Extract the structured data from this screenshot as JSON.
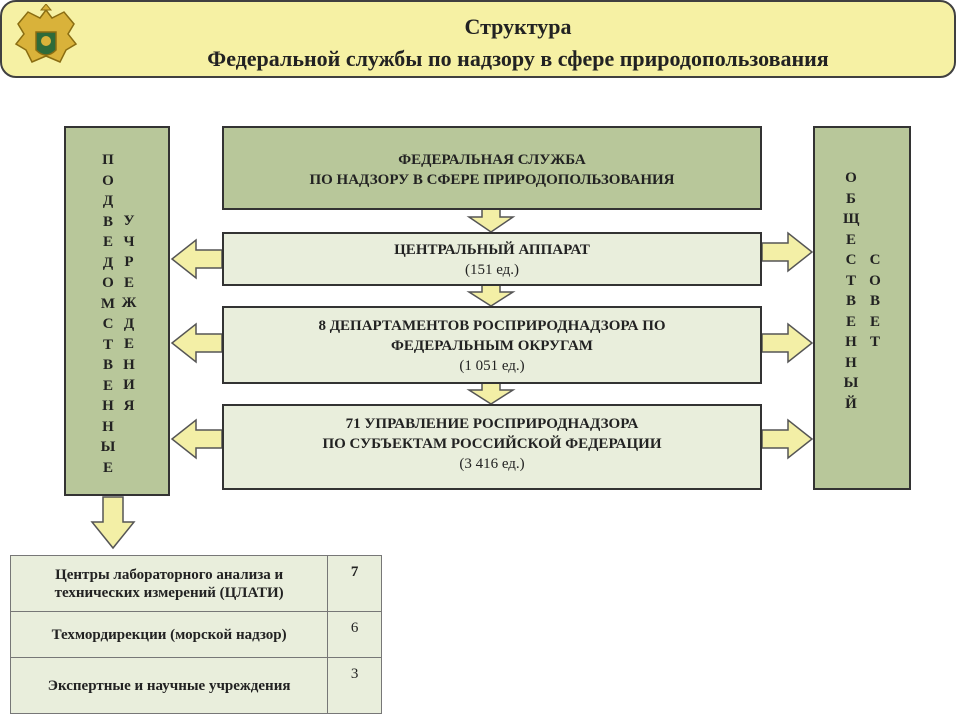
{
  "header": {
    "title": "Структура",
    "subtitle": "Федеральной службы по надзору в сфере природопользования",
    "emblem_icon": "coat-of-arms-emblem"
  },
  "boxes": {
    "federal_service": {
      "line1": "ФЕДЕРАЛЬНАЯ СЛУЖБА",
      "line2": "ПО НАДЗОРУ В СФЕРЕ ПРИРОДОПОЛЬЗОВАНИЯ"
    },
    "central_office": {
      "line1": "ЦЕНТРАЛЬНЫЙ АППАРАТ",
      "count": "(151 ед.)"
    },
    "departments": {
      "line1": "8 ДЕПАРТАМЕНТОВ РОСПРИРОДНАДЗОРА ПО",
      "line2": "ФЕДЕРАЛЬНЫМ ОКРУГАМ",
      "count": "(1 051 ед.)"
    },
    "directorates": {
      "line1": "71 УПРАВЛЕНИЕ РОСПРИРОДНАДЗОРА",
      "line2": "ПО СУБЪЕКТАМ РОССИЙСКОЙ ФЕДЕРАЦИИ",
      "count": "(3 416 ед.)"
    }
  },
  "left_column": {
    "word1": [
      "П",
      "О",
      "Д",
      "В",
      "Е",
      "Д",
      "О",
      "М",
      "С",
      "Т",
      "В",
      "Е",
      "Н",
      "Н",
      "Ы",
      "Е"
    ],
    "word2": [
      "У",
      "Ч",
      "Р",
      "Е",
      "Ж",
      "Д",
      "Е",
      "Н",
      "И",
      "Я"
    ]
  },
  "right_column": {
    "word1": [
      "О",
      "Б",
      "Щ",
      "Е",
      "С",
      "Т",
      "В",
      "Е",
      "Н",
      "Н",
      "Ы",
      "Й"
    ],
    "word2": [
      "С",
      "О",
      "В",
      "Е",
      "Т"
    ]
  },
  "table": [
    {
      "label": "Центры лабораторного анализа и технических измерений (ЦЛАТИ)",
      "value": "7"
    },
    {
      "label": "Техмордирекции (морской надзор)",
      "value": "6"
    },
    {
      "label": "Экспертные и научные учреждения",
      "value": "3"
    }
  ],
  "colors": {
    "header_bg": "#f6f1a4",
    "box_dark": "#b8c79a",
    "box_light": "#e9eedc",
    "arrow_fill": "#f3efa6"
  }
}
